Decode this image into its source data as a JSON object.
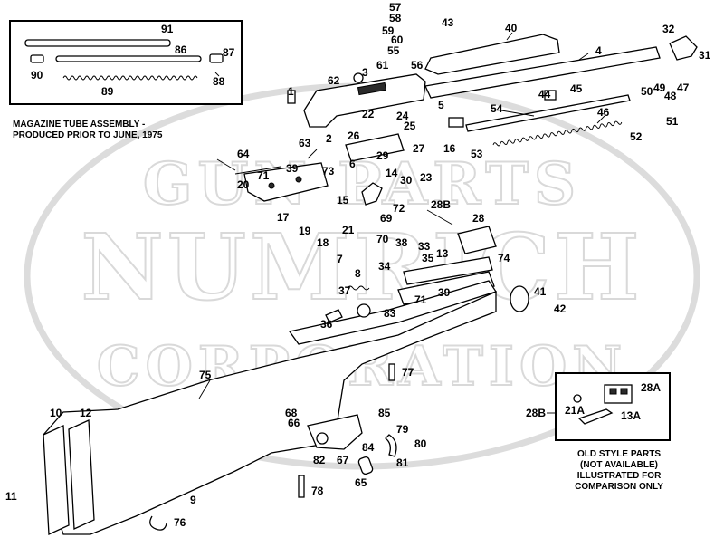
{
  "watermark": {
    "line1": "GUN PARTS",
    "line2": "NUMRICH",
    "line3": "CORPORATION"
  },
  "notes": {
    "magazine_tube_assembly": [
      "MAGAZINE TUBE ASSEMBLY -",
      "PRODUCED PRIOR TO JUNE, 1975"
    ],
    "old_style_parts": [
      "OLD STYLE PARTS",
      "(NOT AVAILABLE)",
      "ILLUSTRATED FOR",
      "COMPARISON ONLY"
    ]
  },
  "inset_magazine": {
    "labels": [
      "91",
      "86",
      "87",
      "90",
      "89",
      "88"
    ]
  },
  "inset_old_style": {
    "labels": [
      "28A",
      "21A",
      "13A"
    ],
    "callout": "28B"
  },
  "part_labels": [
    "57",
    "58",
    "43",
    "59",
    "60",
    "55",
    "61",
    "56",
    "40",
    "4",
    "32",
    "31",
    "62",
    "3",
    "1",
    "44",
    "45",
    "50",
    "49",
    "48",
    "47",
    "51",
    "5",
    "22",
    "24",
    "25",
    "2",
    "26",
    "54",
    "46",
    "16",
    "52",
    "53",
    "64",
    "63",
    "27",
    "29",
    "6",
    "23",
    "71",
    "39",
    "20",
    "73",
    "14",
    "30",
    "28B",
    "15",
    "72",
    "17",
    "21",
    "69",
    "19",
    "18",
    "28",
    "70",
    "38",
    "33",
    "35",
    "13",
    "7",
    "74",
    "34",
    "8",
    "37",
    "41",
    "71",
    "39",
    "42",
    "36",
    "83",
    "77",
    "75",
    "10",
    "12",
    "85",
    "68",
    "66",
    "79",
    "80",
    "84",
    "82",
    "67",
    "81",
    "65",
    "11",
    "9",
    "76",
    "78"
  ]
}
